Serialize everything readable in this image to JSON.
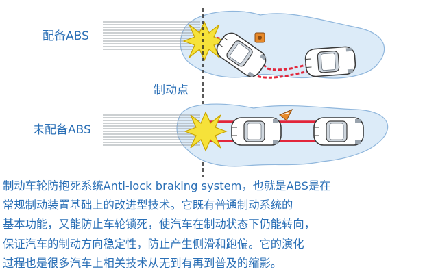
{
  "labels": {
    "with_abs": "配备ABS",
    "braking_point": "制动点",
    "without_abs": "未配备ABS"
  },
  "caption_lines": [
    "制动车轮防抱死系统Anti-lock braking system，也就是ABS是在",
    "常规制动装置基础上的改进型技术。它既有普通制动系统的",
    "基本功能，又能防止车轮锁死，使汽车在制动状态下仍能转向，",
    "保证汽车的制动方向稳定性，防止产生侧滑和跑偏。它的演化",
    "过程也是很多汽车上相关技术从无到有再到普及的缩影。"
  ],
  "colors": {
    "text": "#2a6fb6",
    "water": "#dcebf8",
    "water_edge": "#8fb6dc",
    "skid": "#e2263b",
    "collision": "#f6e23a",
    "cone": "#e88a2a"
  },
  "icons": [
    "car-icon",
    "collision-burst-icon",
    "traffic-cone-icon",
    "obstacle-icon"
  ]
}
